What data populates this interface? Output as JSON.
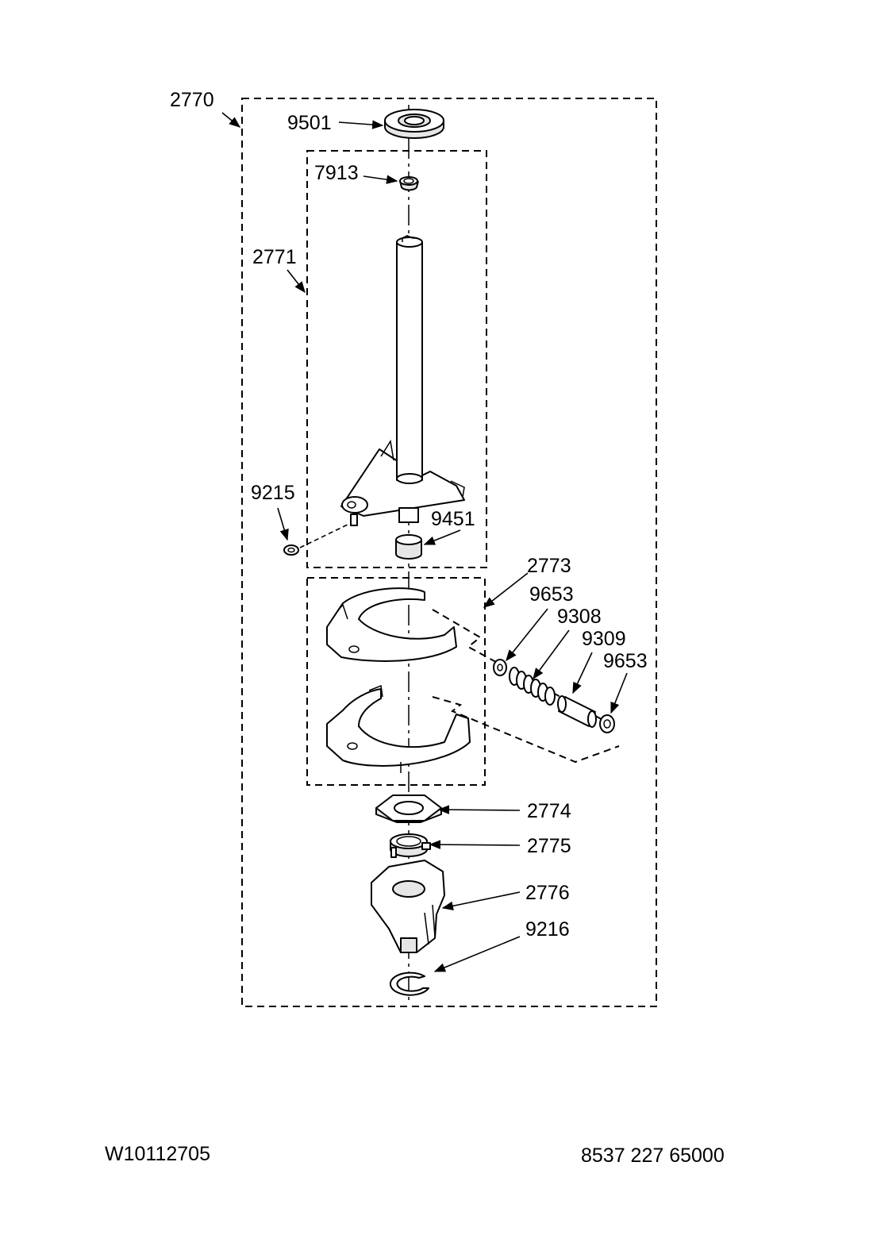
{
  "callouts": {
    "c2770": "2770",
    "c9501": "9501",
    "c7913": "7913",
    "c2771": "2771",
    "c9215": "9215",
    "c9451": "9451",
    "c2773": "2773",
    "c9653a": "9653",
    "c9308": "9308",
    "c9309": "9309",
    "c9653b": "9653",
    "c2774": "2774",
    "c2775": "2775",
    "c2776": "2776",
    "c9216": "9216"
  },
  "footer": {
    "left_code": "W10112705",
    "right_code": "8537 227 65000"
  }
}
